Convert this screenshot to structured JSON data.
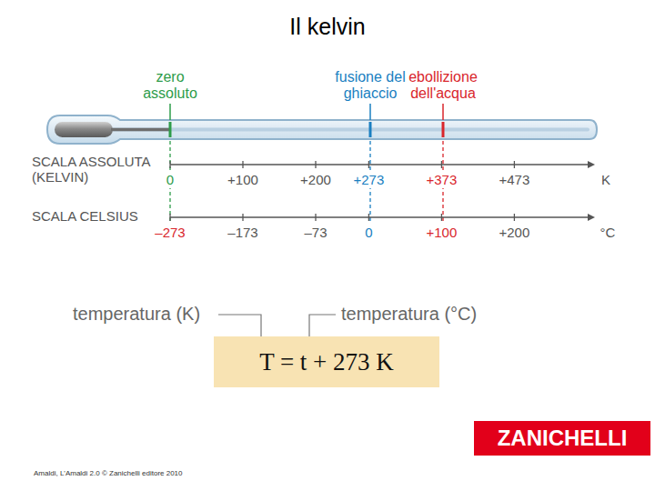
{
  "diagram": {
    "title": "Il kelvin",
    "caption": "Amaldi, L'Amaldi 2.0 © Zanichelli editore 2010",
    "nodes": [
      {
        "text": [
          "T = t + 273 K"
        ]
      },
      {
        "text": [
          "ZANICHELLI"
        ]
      }
    ],
    "labels": [
      "zero assoluto",
      "fusione del ghiaccio",
      "ebollizione dell'acqua",
      "SCALA ASSOLUTA (KELVIN)",
      "0",
      "+100",
      "+200",
      "+273",
      "+373",
      "+473",
      "K",
      "SCALA CELSIUS",
      "–273",
      "–173",
      "–73",
      "0",
      "+100",
      "+200",
      "°C",
      "temperatura (K)",
      "temperatura (°C)"
    ]
  }
}
